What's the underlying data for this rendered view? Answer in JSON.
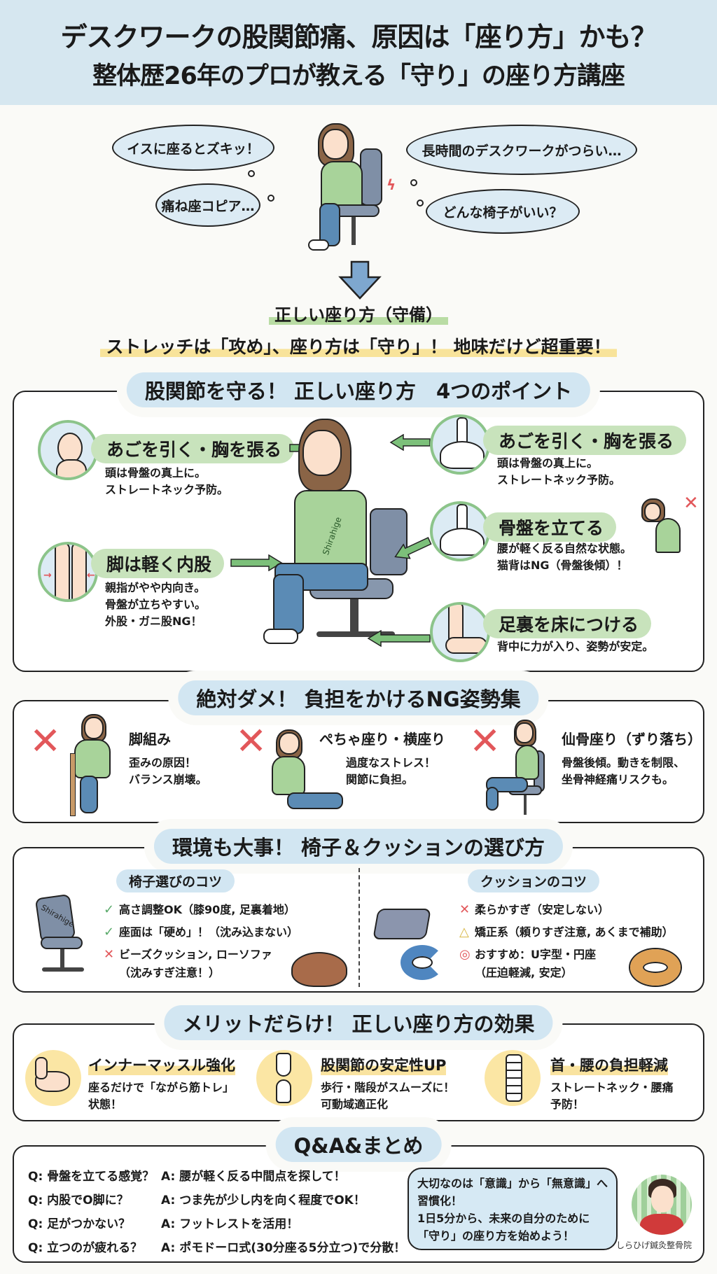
{
  "header": {
    "title": "デスクワークの股関節痛、原因は「座り方」かも？",
    "subtitle": "整体歴26年のプロが教える「守り」の座り方講座"
  },
  "worries": [
    "イスに座るとズキッ！",
    "長時間のデスクワークがつらい…",
    "痛ね座コピア…",
    "どんな椅子がいい？"
  ],
  "intro": {
    "heading": "正しい座り方（守備）",
    "tagline": "ストレッチは「攻め」、座り方は「守り」！ 地味だけど超重要！"
  },
  "points_section": {
    "title": "股関節を守る！ 正しい座り方　4つのポイント",
    "shirt_text": "Shirahige",
    "points": [
      {
        "icon": "head-neck-icon",
        "label": "あごを引く・胸を張る",
        "desc": "頭は骨盤の真上に。\nストレートネック予防。"
      },
      {
        "icon": "knees-icon",
        "label": "脚は軽く内股",
        "desc": "親指がやや内向き。\n骨盤が立ちやすい。\n外股・ガニ股NG！"
      },
      {
        "icon": "pelvis-spine-icon",
        "label": "あごを引く・胸を張る",
        "desc": "頭は骨盤の真上に。\nストレートネック予防。"
      },
      {
        "icon": "pelvis-icon",
        "label": "骨盤を立てる",
        "desc": "腰が軽く反る自然な状態。\n猫背はNG（骨盤後傾）！"
      },
      {
        "icon": "foot-icon",
        "label": "足裏を床につける",
        "desc": "背中に力が入り、姿勢が安定。"
      }
    ]
  },
  "ng_section": {
    "title": "絶対ダメ！ 負担をかけるNG姿勢集",
    "mark": "✕",
    "items": [
      {
        "title": "脚組み",
        "desc": "歪みの原因！\nバランス崩壊。"
      },
      {
        "title": "ぺちゃ座り・横座り",
        "desc": "過度なストレス！\n関節に負担。"
      },
      {
        "title": "仙骨座り（ずり落ち）",
        "desc": "骨盤後傾。動きを制限、\n坐骨神経痛リスクも。"
      }
    ]
  },
  "env_section": {
    "title": "環境も大事！ 椅子＆クッションの選び方",
    "chair": {
      "heading": "椅子選びのコツ",
      "chair_text": "Shirahige",
      "items": [
        {
          "mark": "✓",
          "color": "#5aaa6a",
          "text": "高さ調整OK（膝90度, 足裏着地）"
        },
        {
          "mark": "✓",
          "color": "#5aaa6a",
          "text": "座面は「硬め」！（沈み込まない）"
        },
        {
          "mark": "✕",
          "color": "#e2575a",
          "text": "ビーズクッション, ローソファ"
        },
        {
          "mark": "",
          "color": "#1a1a1a",
          "text": "（沈みすぎ注意！）"
        }
      ]
    },
    "cushion": {
      "heading": "クッションのコツ",
      "items": [
        {
          "mark": "✕",
          "color": "#e2575a",
          "text": "柔らかすぎ（安定しない）"
        },
        {
          "mark": "△",
          "color": "#d8b848",
          "text": "矯正系（頼りすぎ注意, あくまで補助）"
        },
        {
          "mark": "◎",
          "color": "#e2575a",
          "text": "おすすめ：U字型・円座"
        },
        {
          "mark": "",
          "color": "#1a1a1a",
          "text": "（圧迫軽減, 安定）"
        }
      ]
    }
  },
  "merit_section": {
    "title": "メリットだらけ！ 正しい座り方の効果",
    "items": [
      {
        "icon": "muscle-arm-icon",
        "title": "インナーマッスル強化",
        "desc": "座るだけで「ながら筋トレ」\n状態！"
      },
      {
        "icon": "knee-joint-icon",
        "title": "股関節の安定性UP",
        "desc": "歩行・階段がスムーズに！\n可動域適正化"
      },
      {
        "icon": "spine-icon",
        "title": "首・腰の負担軽減",
        "desc": "ストレートネック・腰痛\n予防！"
      }
    ]
  },
  "qa_section": {
    "title": "Q&A&まとめ",
    "rows": [
      {
        "q": "Q: 骨盤を立てる感覚？",
        "a": "A: 腰が軽く反る中間点を探して！"
      },
      {
        "q": "Q: 内股でO脚に？",
        "a": "A: つま先が少し内を向く程度でOK！"
      },
      {
        "q": "Q: 足がつかない？",
        "a": "A: フットレストを活用！"
      },
      {
        "q": "Q: 立つのが疲れる？",
        "a": "A: ポモドーロ式(30分座る5分立つ)で分散！"
      }
    ],
    "summary": "大切なのは「意識」から「無意識」へ\n習慣化！\n1日5分から、未来の自分のために\n「守り」の座り方を始めよう！",
    "credit": "しらひげ鍼灸整骨院"
  },
  "colors": {
    "header_bg": "#d6e7f0",
    "title_pill": "#d2e6f2",
    "green_label": "#c8e3bc",
    "green_arrow": "#7cc07a",
    "ng_red": "#e2575a",
    "merit_yellow": "#fbe6a4"
  }
}
